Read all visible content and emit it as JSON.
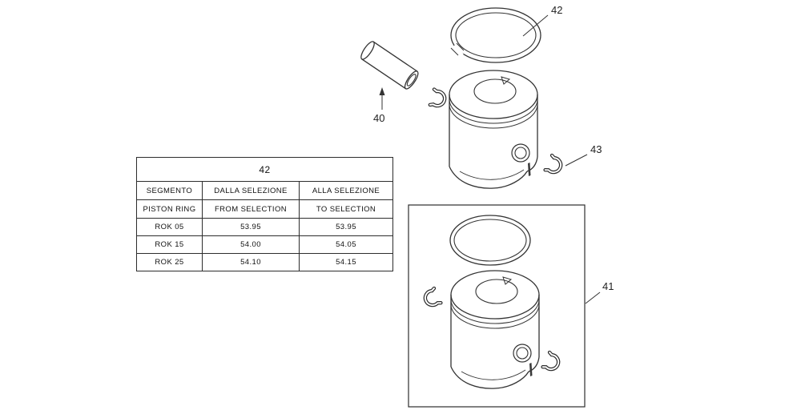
{
  "colors": {
    "ink": "#333333",
    "background": "#ffffff"
  },
  "diagram": {
    "labels": {
      "pin": "40",
      "piston_assembly": "41",
      "ring": "42",
      "circlip": "43"
    }
  },
  "table": {
    "title": "42",
    "columns_it": [
      "SEGMENTO",
      "DALLA SELEZIONE",
      "ALLA SELEZIONE"
    ],
    "columns_en": [
      "PISTON RING",
      "FROM SELECTION",
      "TO SELECTION"
    ],
    "rows": [
      {
        "name": "ROK 05",
        "from": "53.95",
        "to": "53.95"
      },
      {
        "name": "ROK 15",
        "from": "54.00",
        "to": "54.05"
      },
      {
        "name": "ROK 25",
        "from": "54.10",
        "to": "54.15"
      }
    ]
  }
}
